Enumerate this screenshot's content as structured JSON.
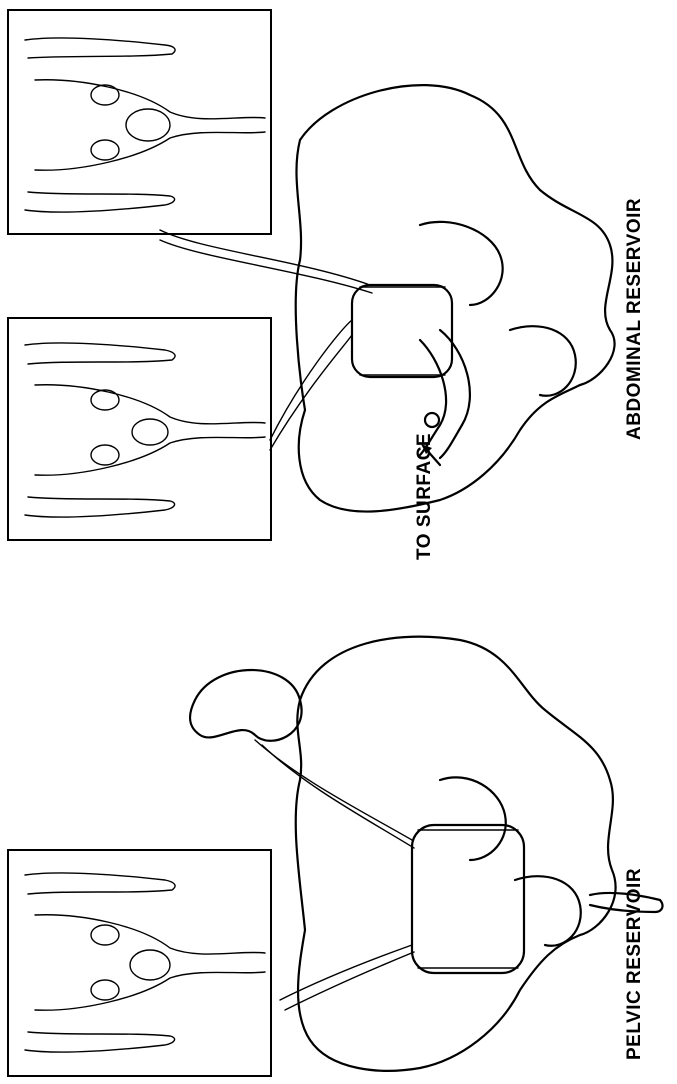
{
  "labels": {
    "pelvic": "PELVIC RESERVOIR",
    "abdominal": "ABDOMINAL RESERVOIR",
    "surface": "TO SURFACE"
  }
}
